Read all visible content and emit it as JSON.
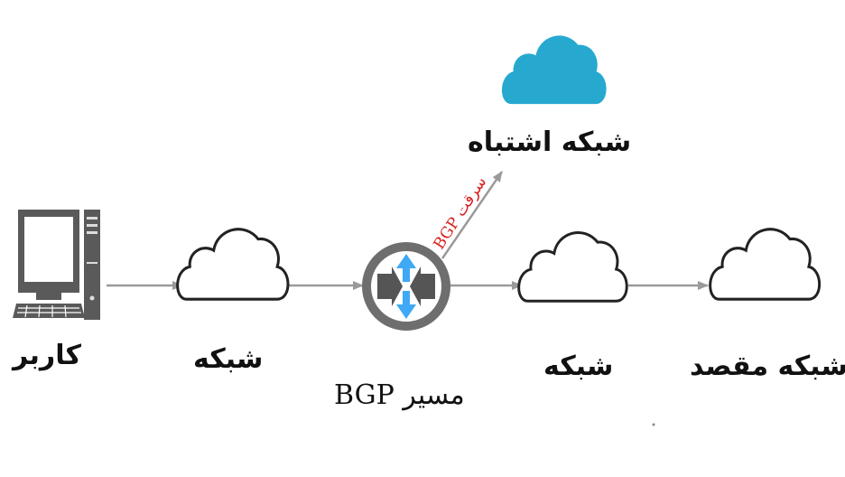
{
  "labels": {
    "user": "کاربر",
    "network_1": "شبکه",
    "router": "مسیر BGP",
    "network_2": "شبکه",
    "destination": "شبکه مقصد",
    "wrong_network": "شبکه اشتباه",
    "hijack": "سرقت BGP"
  },
  "icons": {
    "user": "desktop-computer-icon",
    "network_1": "cloud-icon",
    "router": "router-icon",
    "network_2": "cloud-icon",
    "destination": "cloud-icon",
    "wrong_network": "cloud-icon"
  },
  "colors": {
    "wrong_cloud": "#27a9cf",
    "hijack_text": "#d81e1e",
    "router_arrows": "#3fa9f5",
    "arrow_line": "#9a9a9a"
  }
}
